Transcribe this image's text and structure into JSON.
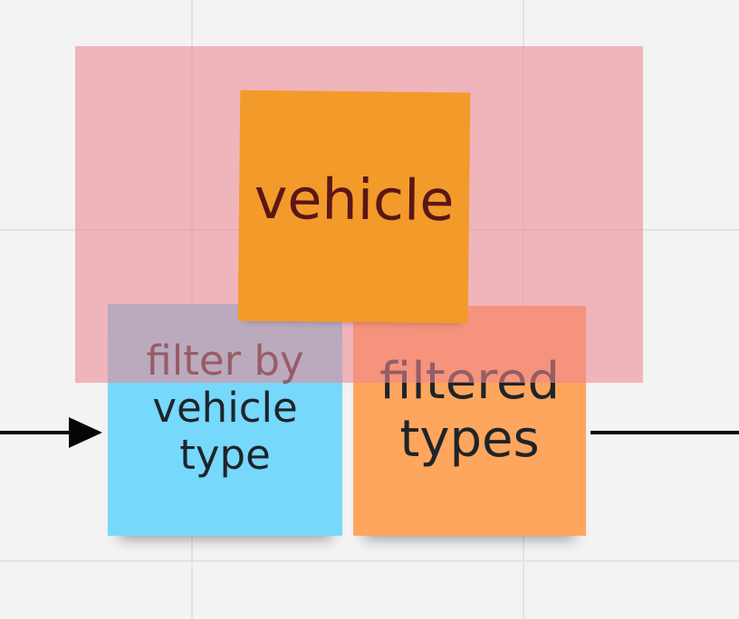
{
  "board": {
    "stickies": {
      "vehicle": {
        "text": "vehicle",
        "color": "#f29b2b",
        "text_color": "#5b1616"
      },
      "filter": {
        "text": "filter by vehicle type",
        "color": "#76d8fb",
        "text_color": "#1e2428"
      },
      "filtered": {
        "text": "filtered types",
        "color": "#fea55e",
        "text_color": "#1e2428"
      }
    },
    "frame": {
      "color": "#ee8692"
    },
    "connectors": {
      "left_arrow": "arrow-right-icon",
      "color": "#050505"
    }
  }
}
